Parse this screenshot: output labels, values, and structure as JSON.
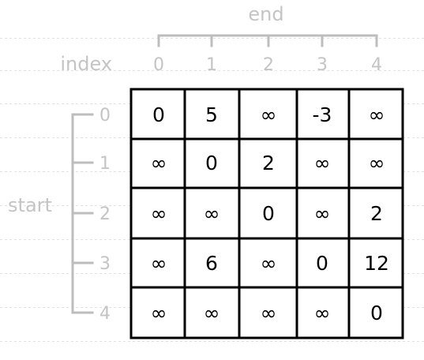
{
  "labels": {
    "end": "end",
    "index": "index",
    "start": "start"
  },
  "column_indices": [
    "0",
    "1",
    "2",
    "3",
    "4"
  ],
  "row_indices": [
    "0",
    "1",
    "2",
    "3",
    "4"
  ],
  "matrix": [
    [
      "0",
      "5",
      "∞",
      "-3",
      "∞"
    ],
    [
      "∞",
      "0",
      "2",
      "∞",
      "∞"
    ],
    [
      "∞",
      "∞",
      "0",
      "∞",
      "2"
    ],
    [
      "∞",
      "6",
      "∞",
      "0",
      "12"
    ],
    [
      "∞",
      "∞",
      "∞",
      "∞",
      "0"
    ]
  ],
  "colors": {
    "grid_border": "#000000",
    "annotation": "#bdbdbd",
    "annotation_text": "#c4c4c4",
    "guide_lines": "#e2e2e2"
  }
}
